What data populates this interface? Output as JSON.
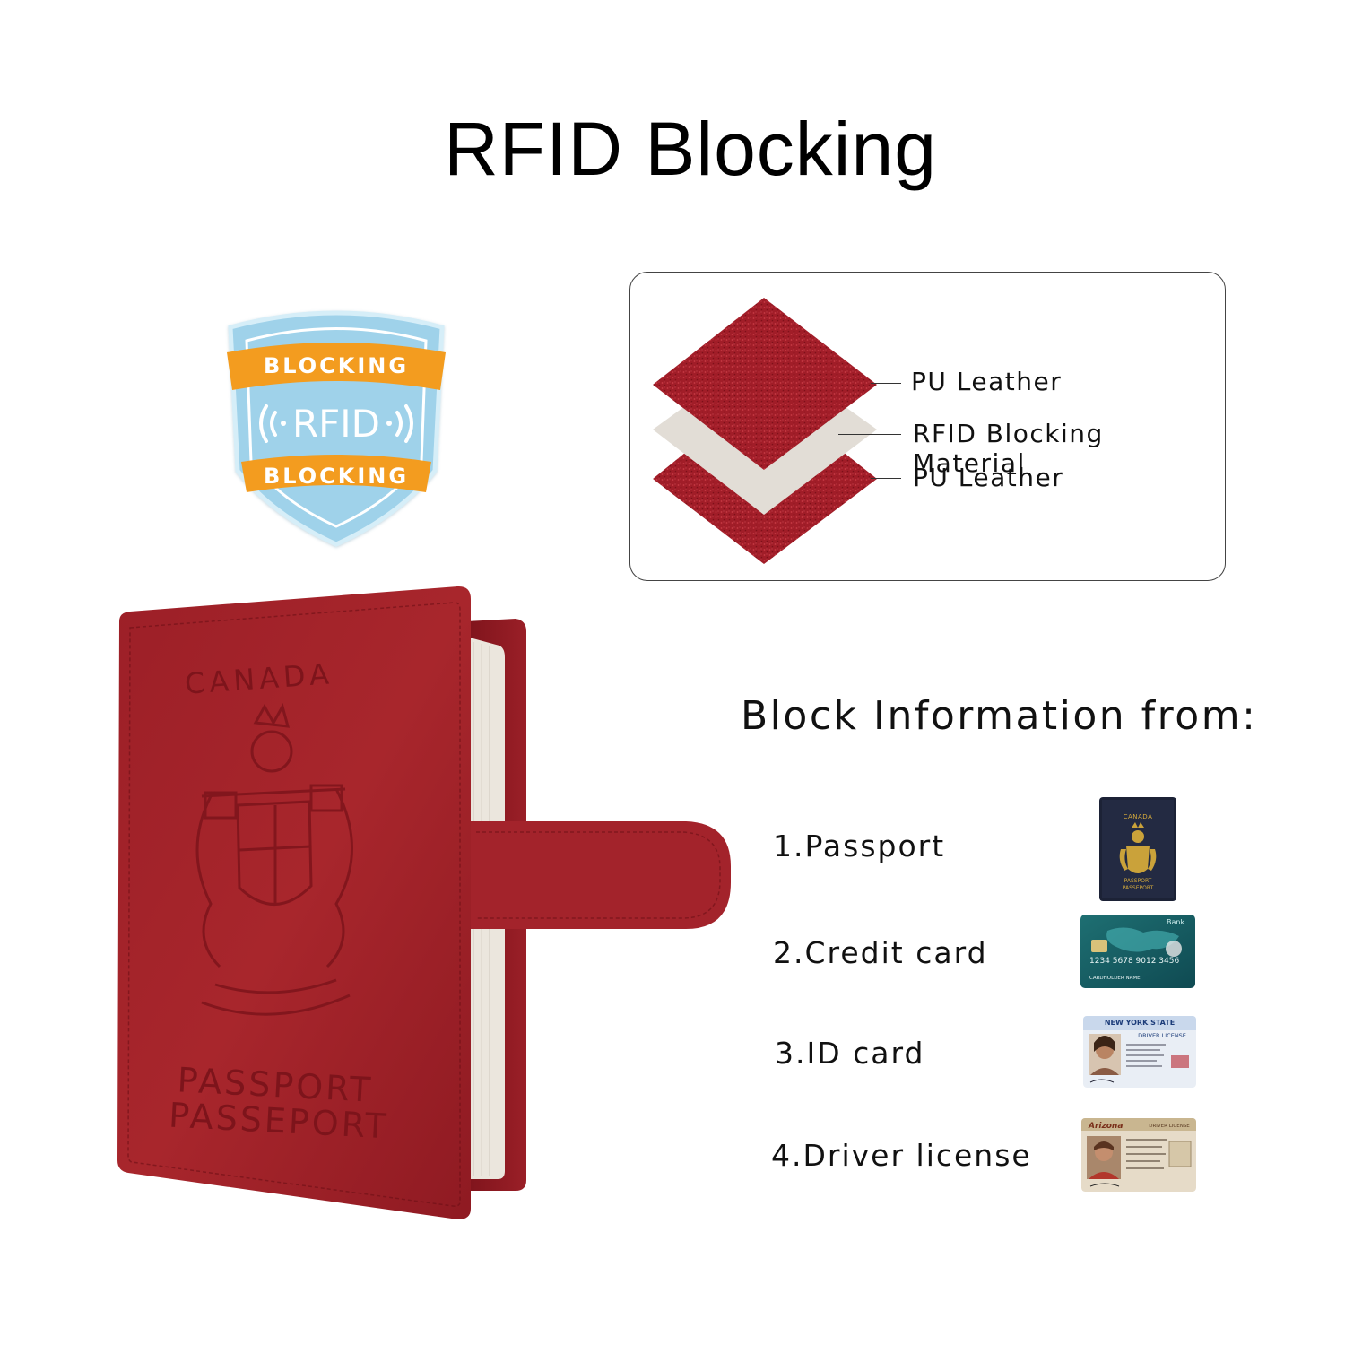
{
  "title": "RFID Blocking",
  "badge": {
    "top_ribbon": "BLOCKING",
    "center": "RFID",
    "bottom_ribbon": "BLOCKING",
    "colors": {
      "shield": "#9fd2ea",
      "ribbon": "#f39c1f",
      "text": "#ffffff"
    }
  },
  "layers": {
    "items": [
      {
        "label": "PU Leather",
        "material": "leather"
      },
      {
        "label": "RFID Blocking Material",
        "material": "shielding"
      },
      {
        "label": "PU Leather",
        "material": "leather"
      }
    ],
    "colors": {
      "leather": "#a11d28",
      "shielding": "#e2ddd6"
    }
  },
  "product": {
    "emboss_top": "CANADA",
    "emboss_bottom_1": "PASSPORT",
    "emboss_bottom_2": "PASSEPORT",
    "color": "#a8262c"
  },
  "block_info": {
    "heading": "Block Information from:",
    "items": [
      {
        "label": "1.Passport",
        "icon": "passport-icon"
      },
      {
        "label": "2.Credit card",
        "icon": "credit-card-icon"
      },
      {
        "label": "3.ID card",
        "icon": "id-card-icon"
      },
      {
        "label": "4.Driver license",
        "icon": "driver-license-icon"
      }
    ],
    "thumb_text": {
      "passport_top": "CANADA",
      "passport_bottom_1": "PASSPORT",
      "passport_bottom_2": "PASSEPORT",
      "card_bank": "Bank",
      "card_number": "1234 5678 9012 3456",
      "card_holder": "CARDHOLDER NAME",
      "id_state": "NEW YORK STATE",
      "id_type": "DRIVER LICENSE",
      "license_state": "Arizona",
      "license_type": "DRIVER LICENSE"
    }
  }
}
